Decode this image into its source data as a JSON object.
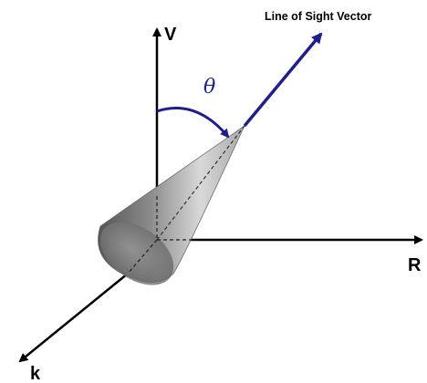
{
  "labels": {
    "vertical_axis": "V",
    "radial_axis": "R",
    "k_axis": "k",
    "line_of_sight": "Line of Sight Vector",
    "angle": "θ"
  },
  "colors": {
    "axes": "#000000",
    "line_of_sight": "#1f1f8c",
    "angle_arc": "#1f1f8c",
    "cone_light": "#e6e6e6",
    "cone_dark": "#4a4a4a"
  }
}
